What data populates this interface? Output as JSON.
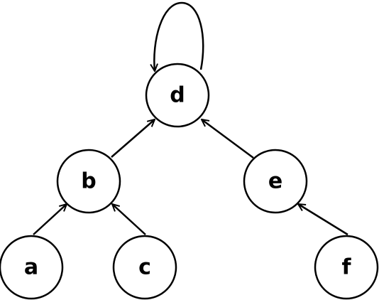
{
  "diagram": {
    "nodes": [
      {
        "id": "d",
        "label": "d"
      },
      {
        "id": "b",
        "label": "b"
      },
      {
        "id": "e",
        "label": "e"
      },
      {
        "id": "a",
        "label": "a"
      },
      {
        "id": "c",
        "label": "c"
      },
      {
        "id": "f",
        "label": "f"
      }
    ],
    "edges": [
      {
        "from": "d",
        "to": "d"
      },
      {
        "from": "b",
        "to": "d"
      },
      {
        "from": "e",
        "to": "d"
      },
      {
        "from": "a",
        "to": "b"
      },
      {
        "from": "c",
        "to": "b"
      },
      {
        "from": "f",
        "to": "e"
      }
    ],
    "colors": {
      "stroke": "#000000",
      "fill": "#ffffff"
    }
  }
}
